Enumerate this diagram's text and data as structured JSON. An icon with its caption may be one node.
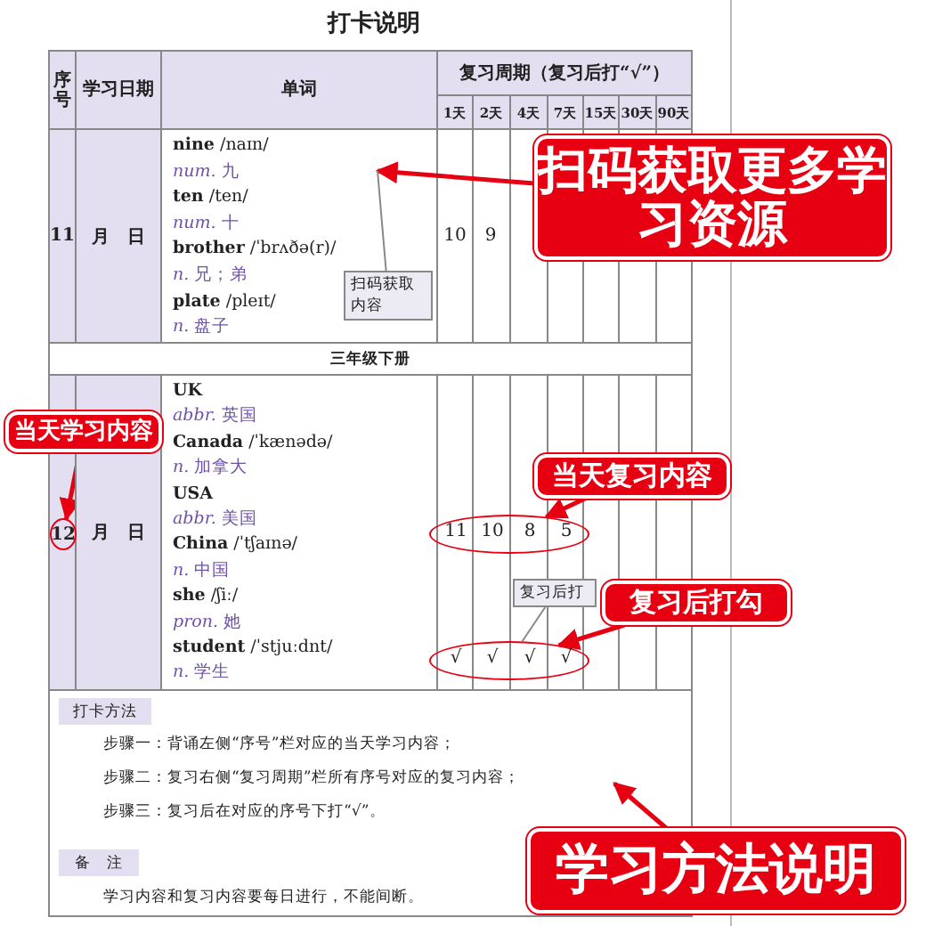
{
  "diagram": {
    "title": "打卡说明",
    "nodes": [
      {
        "text": [
          "扫码获取更多学习资源"
        ]
      },
      {
        "text": [
          "当天学习内容"
        ]
      },
      {
        "text": [
          "12"
        ]
      },
      {
        "text": [
          "当天复习内容"
        ]
      },
      {
        "text": [
          "11",
          "10",
          "8",
          "5"
        ]
      },
      {
        "text": [
          "复习后打勾"
        ]
      },
      {
        "text": [
          "√",
          "√",
          "√",
          "√"
        ]
      },
      {
        "text": [
          "学习方法说明"
        ]
      },
      {
        "text": [
          "扫码获取",
          "内容"
        ]
      },
      {
        "text": [
          "复习后打"
        ]
      }
    ],
    "edges": [
      {
        "from": 0,
        "to": null,
        "arrow": "to"
      },
      {
        "from": 1,
        "to": 2,
        "arrow": "to"
      },
      {
        "from": 3,
        "to": 4,
        "arrow": "to"
      },
      {
        "from": 5,
        "to": 6,
        "arrow": "to"
      },
      {
        "from": 7,
        "to": null,
        "arrow": "to"
      },
      {
        "from": 8,
        "to": null,
        "arrow": "none",
        "color": "#888888"
      },
      {
        "from": 9,
        "to": 6,
        "arrow": "none",
        "color": "#888888"
      }
    ],
    "labels": [
      "序号",
      "学习日期",
      "单词",
      "复习周期（复习后打“√”）",
      "1天",
      "2天",
      "4天",
      "7天",
      "15天",
      "30天",
      "90天",
      "11",
      "月　日",
      "**nine** /naɪn/",
      "*num.* 九",
      "**ten** /ten/",
      "*num.* 十",
      "**brother** /ˈbrʌðə(r)/",
      "*n.* 兄；弟",
      "**plate** /pleɪt/",
      "*n.* 盘子",
      "10",
      "9",
      "三年级下册",
      "月　日",
      "**UK**",
      "*abbr.* 英国",
      "**Canada** /ˈkænədə/",
      "*n.* 加拿大",
      "**USA**",
      "*abbr.* 美国",
      "**China** /ˈtʃaɪnə/",
      "*n.* 中国",
      "**she** /ʃiː/",
      "*pron.* 她",
      "**student** /ˈstjuːdnt/",
      "*n.* 学生",
      "打卡方法",
      "步骤一：背诵左侧“序号”栏对应的当天学习内容；",
      "步骤二：复习右侧“复习周期”栏所有序号对应的复习内容；",
      "步骤三：复习后在对应的序号下打“√”。",
      "备　注",
      "学习内容和复习内容要每日进行，不能间断。"
    ]
  }
}
